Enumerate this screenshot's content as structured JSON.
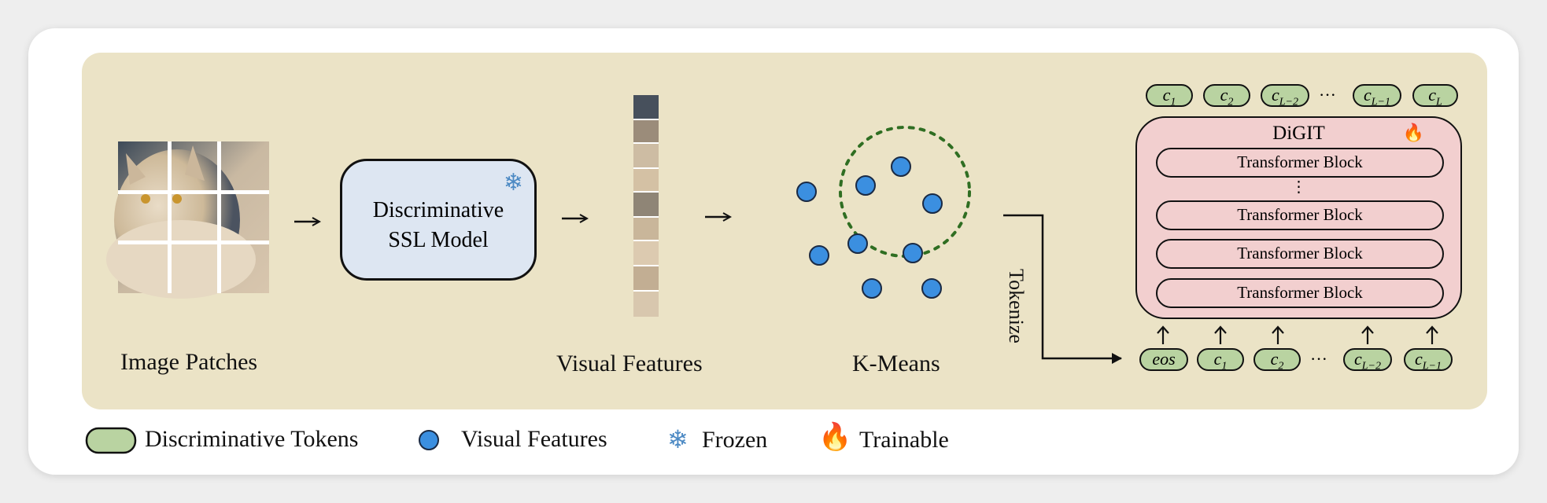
{
  "labels": {
    "image_patches": "Image Patches",
    "ssl_line1": "Discriminative",
    "ssl_line2": "SSL Model",
    "visual_features": "Visual Features",
    "kmeans": "K-Means",
    "tokenize": "Tokenize",
    "digit": "DiGIT",
    "block": "Transformer Block",
    "vdots": "⋮"
  },
  "top_tokens": [
    {
      "base": "c",
      "sub": "1"
    },
    {
      "base": "c",
      "sub": "2"
    },
    {
      "base": "c",
      "sub": "L−2"
    },
    {
      "base": "···",
      "sub": ""
    },
    {
      "base": "c",
      "sub": "L−1"
    },
    {
      "base": "c",
      "sub": "L"
    }
  ],
  "bottom_tokens": [
    {
      "base": "eos",
      "sub": ""
    },
    {
      "base": "c",
      "sub": "1"
    },
    {
      "base": "c",
      "sub": "2"
    },
    {
      "base": "···",
      "sub": ""
    },
    {
      "base": "c",
      "sub": "L−2"
    },
    {
      "base": "c",
      "sub": "L−1"
    }
  ],
  "legend": {
    "tokens": "Discriminative Tokens",
    "features": "Visual Features",
    "frozen": "Frozen",
    "trainable": "Trainable"
  },
  "colors": {
    "panel": "#ebe3c6",
    "ssl_box": "#dde6f2",
    "digit_box": "#f2cfcf",
    "token": "#b9d3a1",
    "feature_dot": "#3b8fe0",
    "cluster_ring": "#2f6e22",
    "snowflake": "#4d8ac4",
    "flame": "#f06a2a"
  },
  "icons": [
    "snowflake-icon",
    "flame-icon",
    "arrow-icon"
  ]
}
